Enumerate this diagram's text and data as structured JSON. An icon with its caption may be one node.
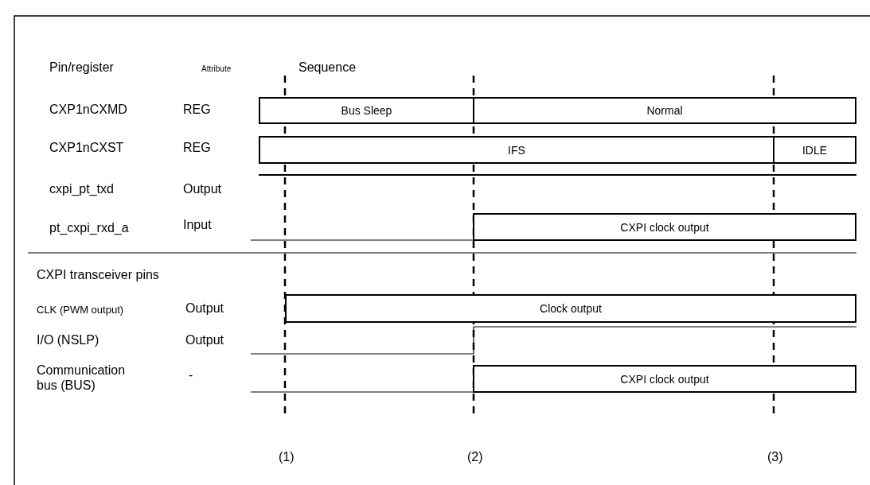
{
  "diagram": {
    "nodes": [
      {
        "text": [
          "Bus Sleep"
        ]
      },
      {
        "text": [
          "Normal"
        ]
      },
      {
        "text": [
          "IFS"
        ]
      },
      {
        "text": [
          "IDLE"
        ]
      },
      {
        "text": [
          "CXPI clock output"
        ]
      },
      {
        "text": [
          "Clock output"
        ]
      },
      {
        "text": [
          "CXPI clock output"
        ]
      }
    ],
    "labels": [
      "Pin/register",
      "Attribute",
      "Sequence",
      "CXP1nCXMD",
      "REG",
      "CXP1nCXST",
      "REG",
      "cxpi_pt_txd",
      "Output",
      "pt_cxpi_rxd_a",
      "Input",
      "CXPI transceiver pins",
      "CLK (PWM output)",
      "Output",
      "I/O (NSLP)",
      "Output",
      "Communication bus (BUS)",
      "-",
      "(1)",
      "(2)",
      "(3)"
    ]
  }
}
